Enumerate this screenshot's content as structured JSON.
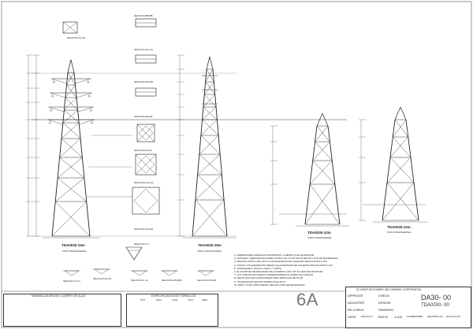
{
  "sheet_number": "6A",
  "titleblock": {
    "company_name": "SC KRAFTUR POWER LINE COMPANY CORPORATION",
    "rows": [
      {
        "label": "APPROVE",
        "value": "",
        "label2": "CHECK",
        "value2": ""
      },
      {
        "label": "ADJUSTER",
        "value": "",
        "label2": "DESIGN",
        "value2": ""
      },
      {
        "label": "RE-CHECK",
        "value": "",
        "label2": "DRAWING",
        "value2": ""
      },
      {
        "label": "DATE",
        "value": "2024.01.07",
        "label2": "RATIO",
        "value2": "1:100"
      }
    ],
    "project_code": "DA30- 00",
    "drawing_code": "TDA0030- 00",
    "bottom_labels": [
      "NUMBERING",
      "1:0",
      "DRAWING NO."
    ],
    "bottom_values": [
      "ESJ-9-03-4/8"
    ]
  },
  "tower_captions": {
    "t1_title": "TDA0030-15m",
    "t1_sub": "VISTA TRANSVERSAL",
    "t2_title": "TDA0030-15m",
    "t2_sub": "VISTA LONGITUDINAL",
    "t3_title": "TDA0030-12m",
    "t3_sub": "VISTA TRANSVERSAL",
    "t4_title": "TDA0030-12m",
    "t4_sub": "VISTA TRANSVERSAL"
  },
  "section_labels": [
    "SECCION AA-AA",
    "SECCION BB-BB",
    "SECCION CC-CC",
    "SECCION DD-DD",
    "SECCION EE-EE",
    "SECCION FF-FF",
    "SECCION GG-GG",
    "SECCION HH-HH",
    "SECCION II-II"
  ],
  "small_detail_labels": [
    "SECCION JJ-JJ",
    "SECCION KK-KK",
    "SECCION LL-LL",
    "SECCION MM-MM",
    "SECCION NN-NN"
  ],
  "notes": [
    "1- DIMENSIONES DADAS EN MILIMETROS, A MENOS QUE SE INDIQUE",
    "2- MATERIAL: PERFILES DE ACERO ASTM A-36 / A-572 GR.50 SEGUN LISTA DE MATERIALES",
    "3- PERNOS ASTM A-394 TIPO 0 GALVANIZADOS EN CALIENTE SEGUN ASTM A-153",
    "4- TODOS LOS ELEMENTOS SERAN GALVANIZADOS EN CALIENTE SEGUN ASTM A-123",
    "5- TORNILLERIA: ROSCA LARGA Y CORTA",
    "6- EL MONTAJE SE REALIZARA DE ACUERDO CON LOS PLANOS DE MONTAJE",
    "7- LAS CARGAS DE DISENO CORRESPONDEN AL ARBOL DE CARGAS",
    "8- VER PLANO DE FUNDACIONES PARA DETALLES DE STUB",
    "9- TOLERANCIAS SEGUN NORMA ASCE 10-15",
    "10- PESO TOTAL APROXIMADO SEGUN LISTA DE MATERIALES"
  ],
  "member_table": {
    "title": "NOMENCLATURA DEL CUERPO DE ALAS",
    "headers": [
      "",
      "",
      "",
      "",
      ""
    ]
  },
  "extension_table": {
    "title": "ESPECIFICACION DE TORNILLOS",
    "headers": [
      "TIPO",
      "DIAM",
      "LONG",
      "CANT",
      "PESO"
    ]
  }
}
